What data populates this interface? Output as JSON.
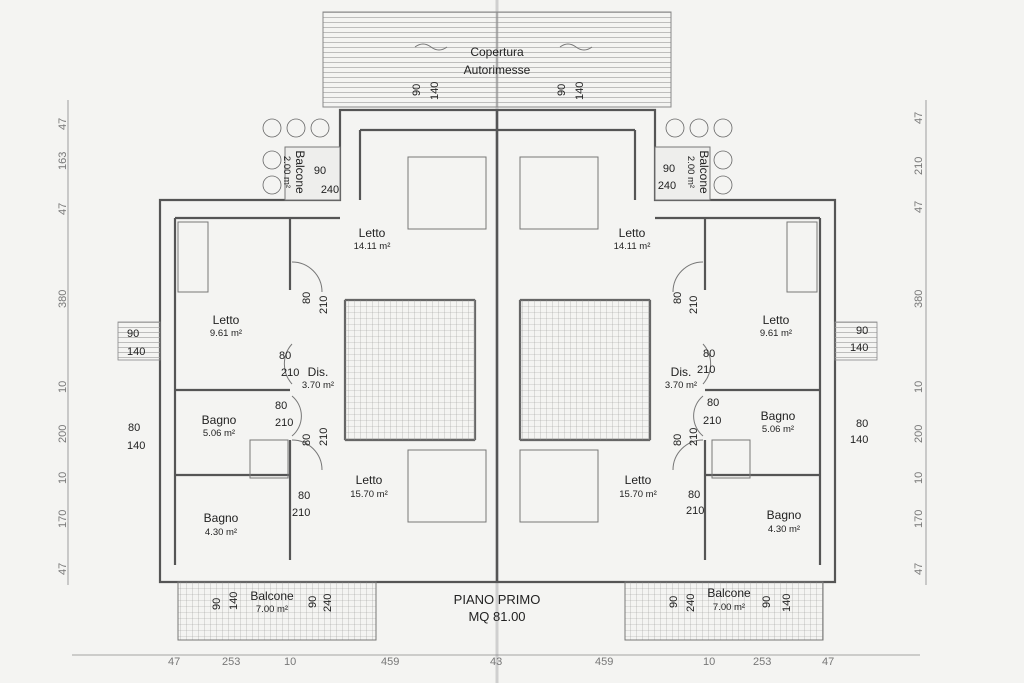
{
  "roof": {
    "title_line1": "Copertura",
    "title_line2": "Autorimesse"
  },
  "footer": {
    "title": "PIANO PRIMO",
    "area": "MQ 81.00"
  },
  "rooms_left": [
    {
      "key": "letto_top",
      "name": "Letto",
      "area": "14.11 m²"
    },
    {
      "key": "letto_side",
      "name": "Letto",
      "area": "9.61 m²"
    },
    {
      "key": "dis",
      "name": "Dis.",
      "area": "3.70 m²"
    },
    {
      "key": "bagno_upper",
      "name": "Bagno",
      "area": "5.06 m²"
    },
    {
      "key": "letto_bottom",
      "name": "Letto",
      "area": "15.70 m²"
    },
    {
      "key": "bagno_lower",
      "name": "Bagno",
      "area": "4.30 m²"
    }
  ],
  "rooms_right": [
    {
      "key": "letto_top",
      "name": "Letto",
      "area": "14.11 m²"
    },
    {
      "key": "letto_side",
      "name": "Letto",
      "area": "9.61 m²"
    },
    {
      "key": "dis",
      "name": "Dis.",
      "area": "3.70 m²"
    },
    {
      "key": "bagno_upper",
      "name": "Bagno",
      "area": "5.06 m²"
    },
    {
      "key": "letto_bottom",
      "name": "Letto",
      "area": "15.70 m²"
    },
    {
      "key": "bagno_lower",
      "name": "Bagno",
      "area": "4.30 m²"
    }
  ],
  "balconies": {
    "top_left": {
      "name": "Balcone",
      "area": "2.00 m²",
      "w": "90",
      "h": "240"
    },
    "top_right": {
      "name": "Balcone",
      "area": "2.00 m²",
      "w": "90",
      "h": "240"
    },
    "bottom_left": {
      "name": "Balcone",
      "area": "7.00 m²"
    },
    "bottom_right": {
      "name": "Balcone",
      "area": "7.00 m²"
    }
  },
  "openings": {
    "roof_window_w": "90",
    "roof_window_h": "140",
    "side_window_w": "90",
    "side_window_h": "140",
    "door_w": "80",
    "door_h": "210",
    "ext_window_w": "80",
    "ext_window_h": "140",
    "balcony_door_w": "90",
    "balcony_door_h": "240",
    "balcony_window_w": "90",
    "balcony_window_h": "140"
  },
  "dimensions": {
    "bottom": [
      "47",
      "253",
      "10",
      "459",
      "43",
      "459",
      "10",
      "253",
      "47"
    ],
    "left": [
      "47",
      "163",
      "47",
      "380",
      "10",
      "200",
      "10",
      "170",
      "47"
    ],
    "right": [
      "47",
      "210",
      "47",
      "380",
      "10",
      "200",
      "10",
      "170",
      "47"
    ]
  }
}
